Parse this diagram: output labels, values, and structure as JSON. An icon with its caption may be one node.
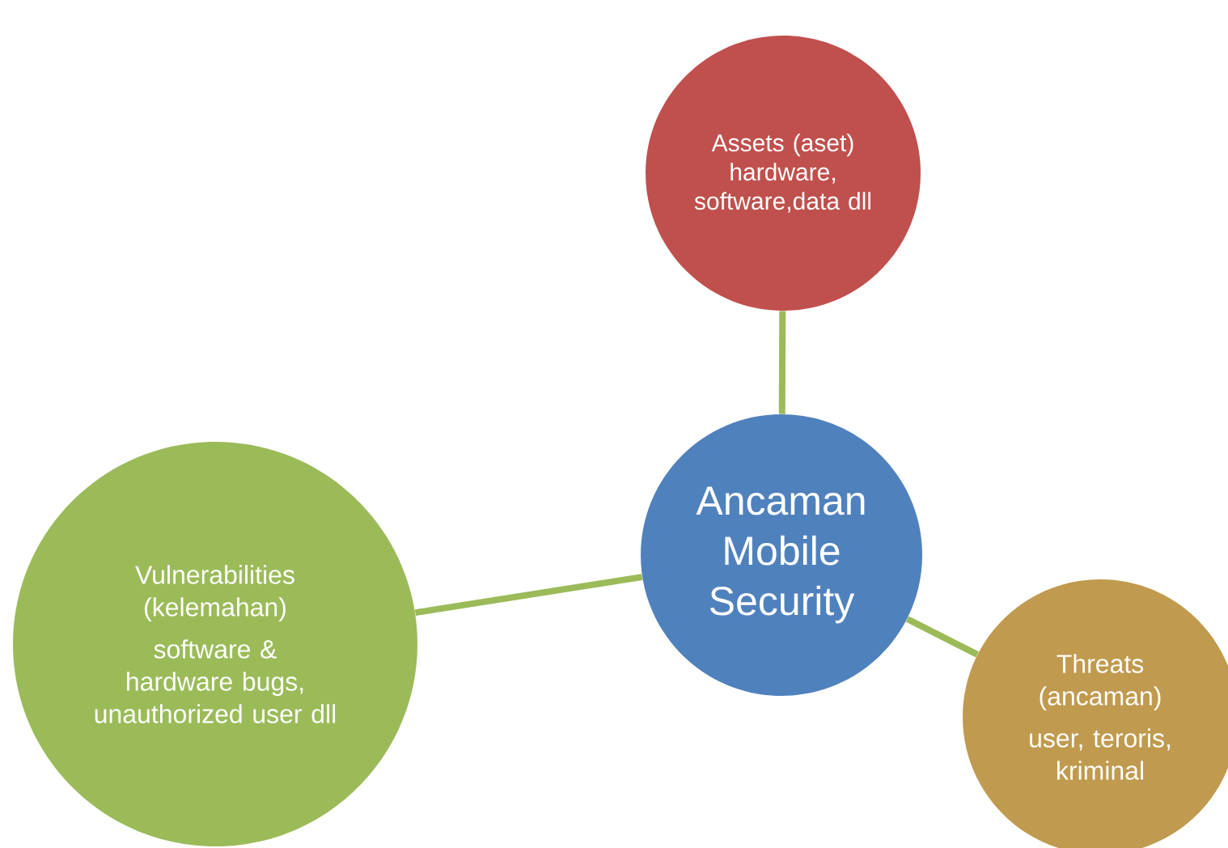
{
  "diagram": {
    "nodes": [
      {
        "text": [
          "Assets (aset)",
          "hardware, software,data dll"
        ]
      },
      {
        "text": [
          "Ancaman Mobile Security"
        ]
      },
      {
        "text": [
          "Vulnerabilities (kelemahan)",
          "software & hardware bugs, unauthorized user dll"
        ]
      },
      {
        "text": [
          "Threats (ancaman)",
          "user, teroris, kriminal"
        ]
      }
    ],
    "edges": [
      {
        "from": 1,
        "to": 0,
        "arrow": "none"
      },
      {
        "from": 1,
        "to": 2,
        "arrow": "none"
      },
      {
        "from": 1,
        "to": 3,
        "arrow": "none"
      }
    ]
  }
}
